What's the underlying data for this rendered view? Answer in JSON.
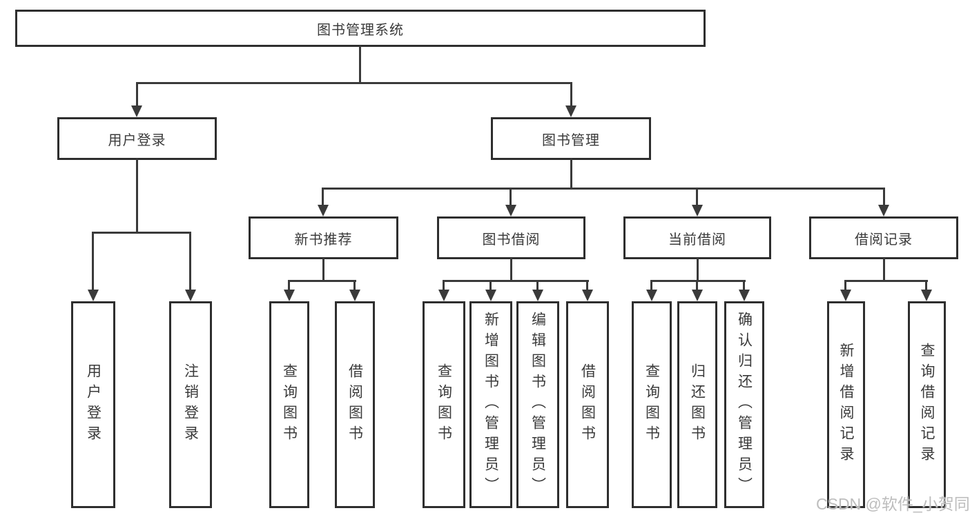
{
  "diagram": {
    "title": "图书管理系统",
    "branches": [
      {
        "label": "用户登录",
        "children": [
          {
            "label": "用户登录"
          },
          {
            "label": "注销登录"
          }
        ]
      },
      {
        "label": "图书管理",
        "children": [
          {
            "label": "新书推荐",
            "children": [
              {
                "label": "查询图书"
              },
              {
                "label": "借阅图书"
              }
            ]
          },
          {
            "label": "图书借阅",
            "children": [
              {
                "label": "查询图书"
              },
              {
                "label": "新增图书（管理员）"
              },
              {
                "label": "编辑图书（管理员）"
              },
              {
                "label": "借阅图书"
              }
            ]
          },
          {
            "label": "当前借阅",
            "children": [
              {
                "label": "查询图书"
              },
              {
                "label": "归还图书"
              },
              {
                "label": "确认归还（管理员）"
              }
            ]
          },
          {
            "label": "借阅记录",
            "children": [
              {
                "label": "新增借阅记录"
              },
              {
                "label": "查询借阅记录"
              }
            ]
          }
        ]
      }
    ]
  },
  "watermark": {
    "text": "CSDN @软件_小贺同学"
  },
  "colors": {
    "line": "#3a3a3a",
    "box_border": "#2e2e2e",
    "box_fill": "#ffffff",
    "text": "#3a3a3a",
    "background": "#ffffff",
    "watermark": "#bdbdbd"
  }
}
